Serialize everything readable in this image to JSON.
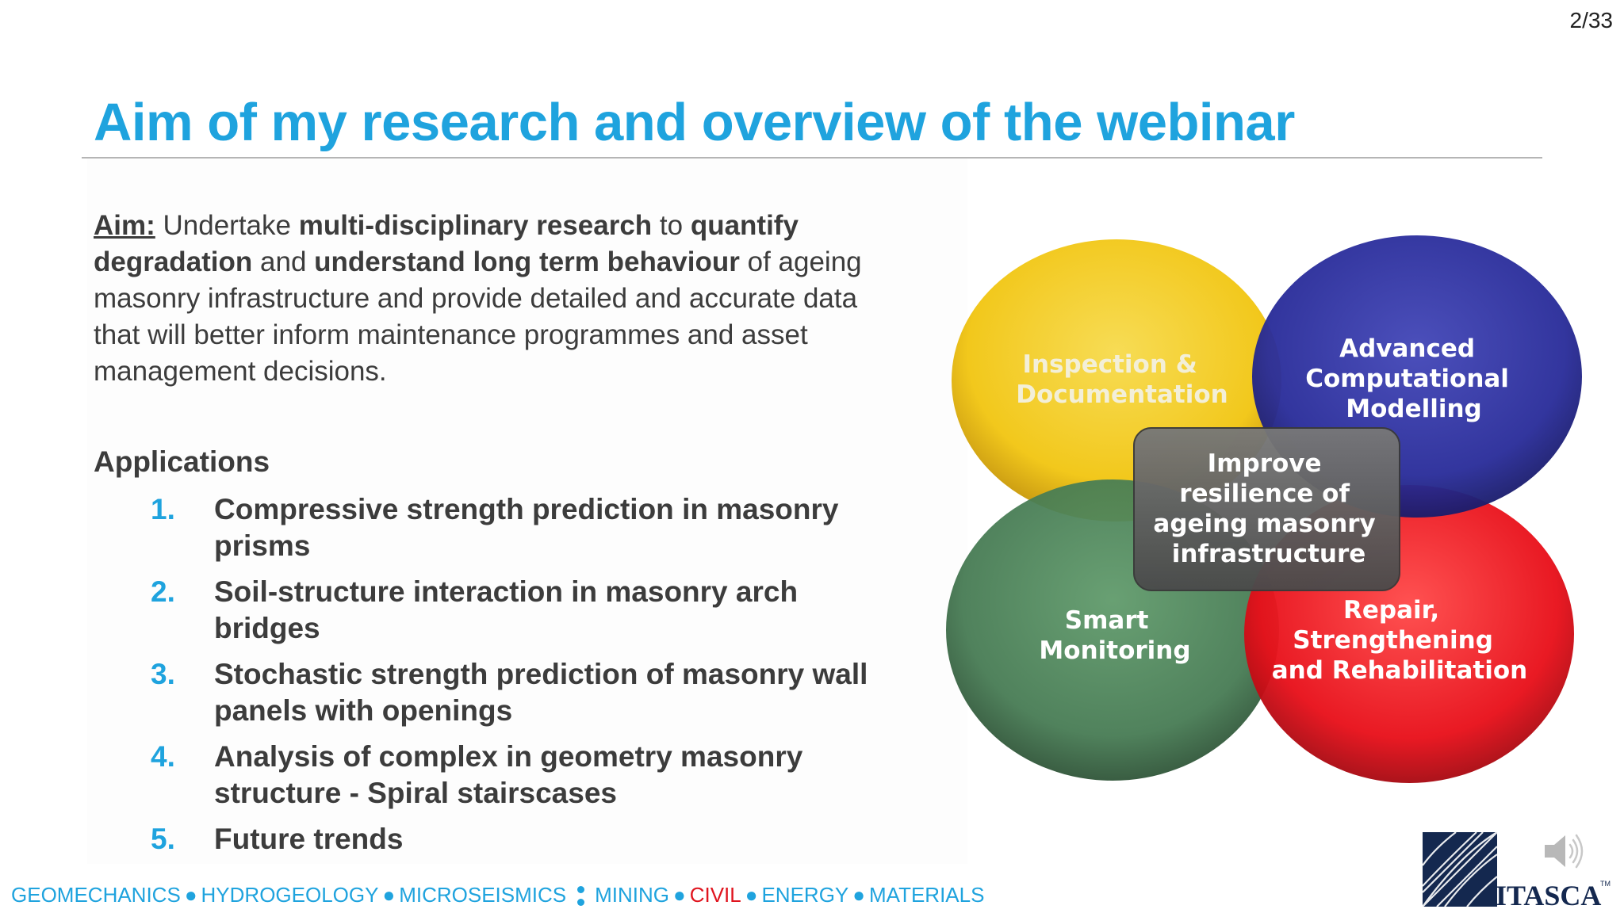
{
  "page_number": "2/33",
  "title": "Aim of my research and overview of the webinar",
  "aim": {
    "label": "Aim:",
    "seg1": " Undertake ",
    "b1": "multi-disciplinary research",
    "seg2": " to ",
    "b2": "quantify degradation",
    "seg3": " and ",
    "b3": "understand long term behaviour",
    "seg4": " of ageing masonry infrastructure and provide detailed and accurate data that will better inform maintenance programmes and asset management decisions."
  },
  "applications": {
    "heading": "Applications",
    "items": [
      {
        "num": "1.",
        "text": "Compressive strength prediction in masonry prisms"
      },
      {
        "num": "2.",
        "text": "Soil-structure interaction in masonry arch bridges"
      },
      {
        "num": "3.",
        "text": "Stochastic strength prediction of masonry wall panels with openings"
      },
      {
        "num": "4.",
        "text": "Analysis of complex in geometry masonry structure - Spiral stairscases"
      },
      {
        "num": "5.",
        "text": "Future trends"
      }
    ]
  },
  "diagram": {
    "yellow": {
      "line1": "Inspection &",
      "line2": "Documentation",
      "color": "#f2c81c"
    },
    "blue": {
      "line1": "Advanced",
      "line2": "Computational",
      "line3": "Modelling",
      "color": "#2a2d9a"
    },
    "green": {
      "line1": "Smart",
      "line2": "Monitoring",
      "color": "#457a52"
    },
    "red": {
      "line1": "Repair,",
      "line2": "Strengthening",
      "line3": "and Rehabilitation",
      "color": "#e8101a"
    },
    "center": {
      "line1": "Improve",
      "line2": "resilience of",
      "line3": "ageing masonry",
      "line4": "infrastructure",
      "color": "#5a5a5a"
    }
  },
  "footer": {
    "geomechanics": "GEOMECHANICS",
    "hydrogeology": "HYDROGEOLOGY",
    "microseismics": "MICROSEISMICS",
    "mining": "MINING",
    "civil": "CIVIL",
    "energy": "ENERGY",
    "materials": "MATERIALS",
    "bullet": "●"
  },
  "logo": {
    "text": "ITASCA",
    "tm": "TM"
  },
  "colors": {
    "accent": "#1fa3de",
    "text": "#3c3c3c",
    "civil": "#e0141e"
  }
}
